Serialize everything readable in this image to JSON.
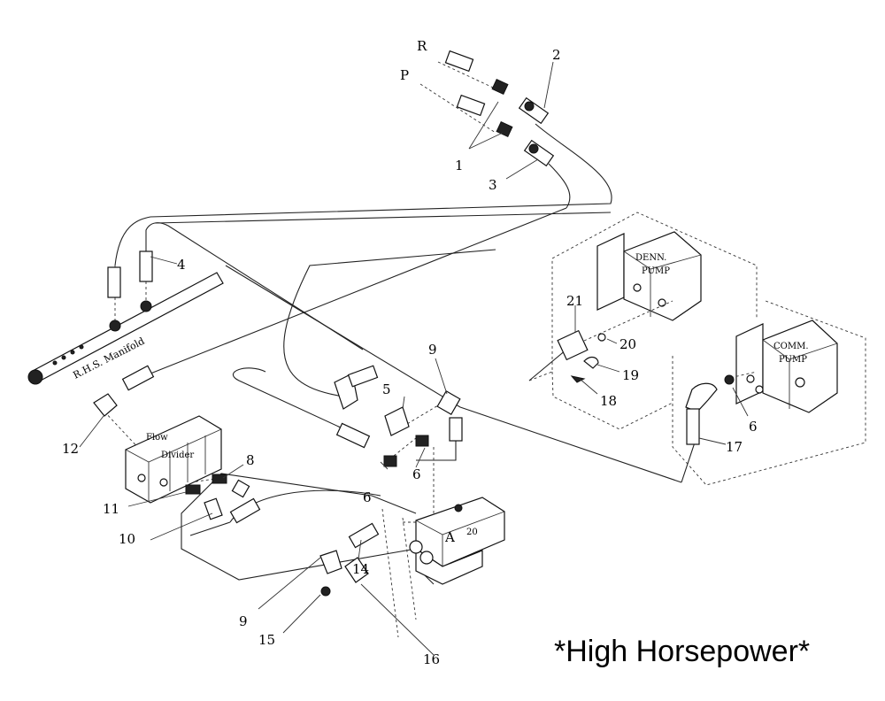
{
  "title": "*High Horsepower*",
  "labels": {
    "r": "R",
    "p": "P",
    "manifold": "R.H.S. Manifold",
    "flow_divider_1": "Flow",
    "flow_divider_2": "Divider",
    "denn_pump_1": "DENN.",
    "denn_pump_2": "PUMP",
    "comm_pump_1": "COMM.",
    "comm_pump_2": "PUMP",
    "valve_a": "A",
    "valve_20": "20"
  },
  "callouts": {
    "c1": "1",
    "c2": "2",
    "c3": "3",
    "c4": "4",
    "c5": "5",
    "c6a": "6",
    "c6b": "6",
    "c6c": "6",
    "c8": "8",
    "c9a": "9",
    "c9b": "9",
    "c10": "10",
    "c11": "11",
    "c12": "12",
    "c14": "14",
    "c15": "15",
    "c16": "16",
    "c17": "17",
    "c18": "18",
    "c19": "19",
    "c20": "20",
    "c21": "21"
  }
}
